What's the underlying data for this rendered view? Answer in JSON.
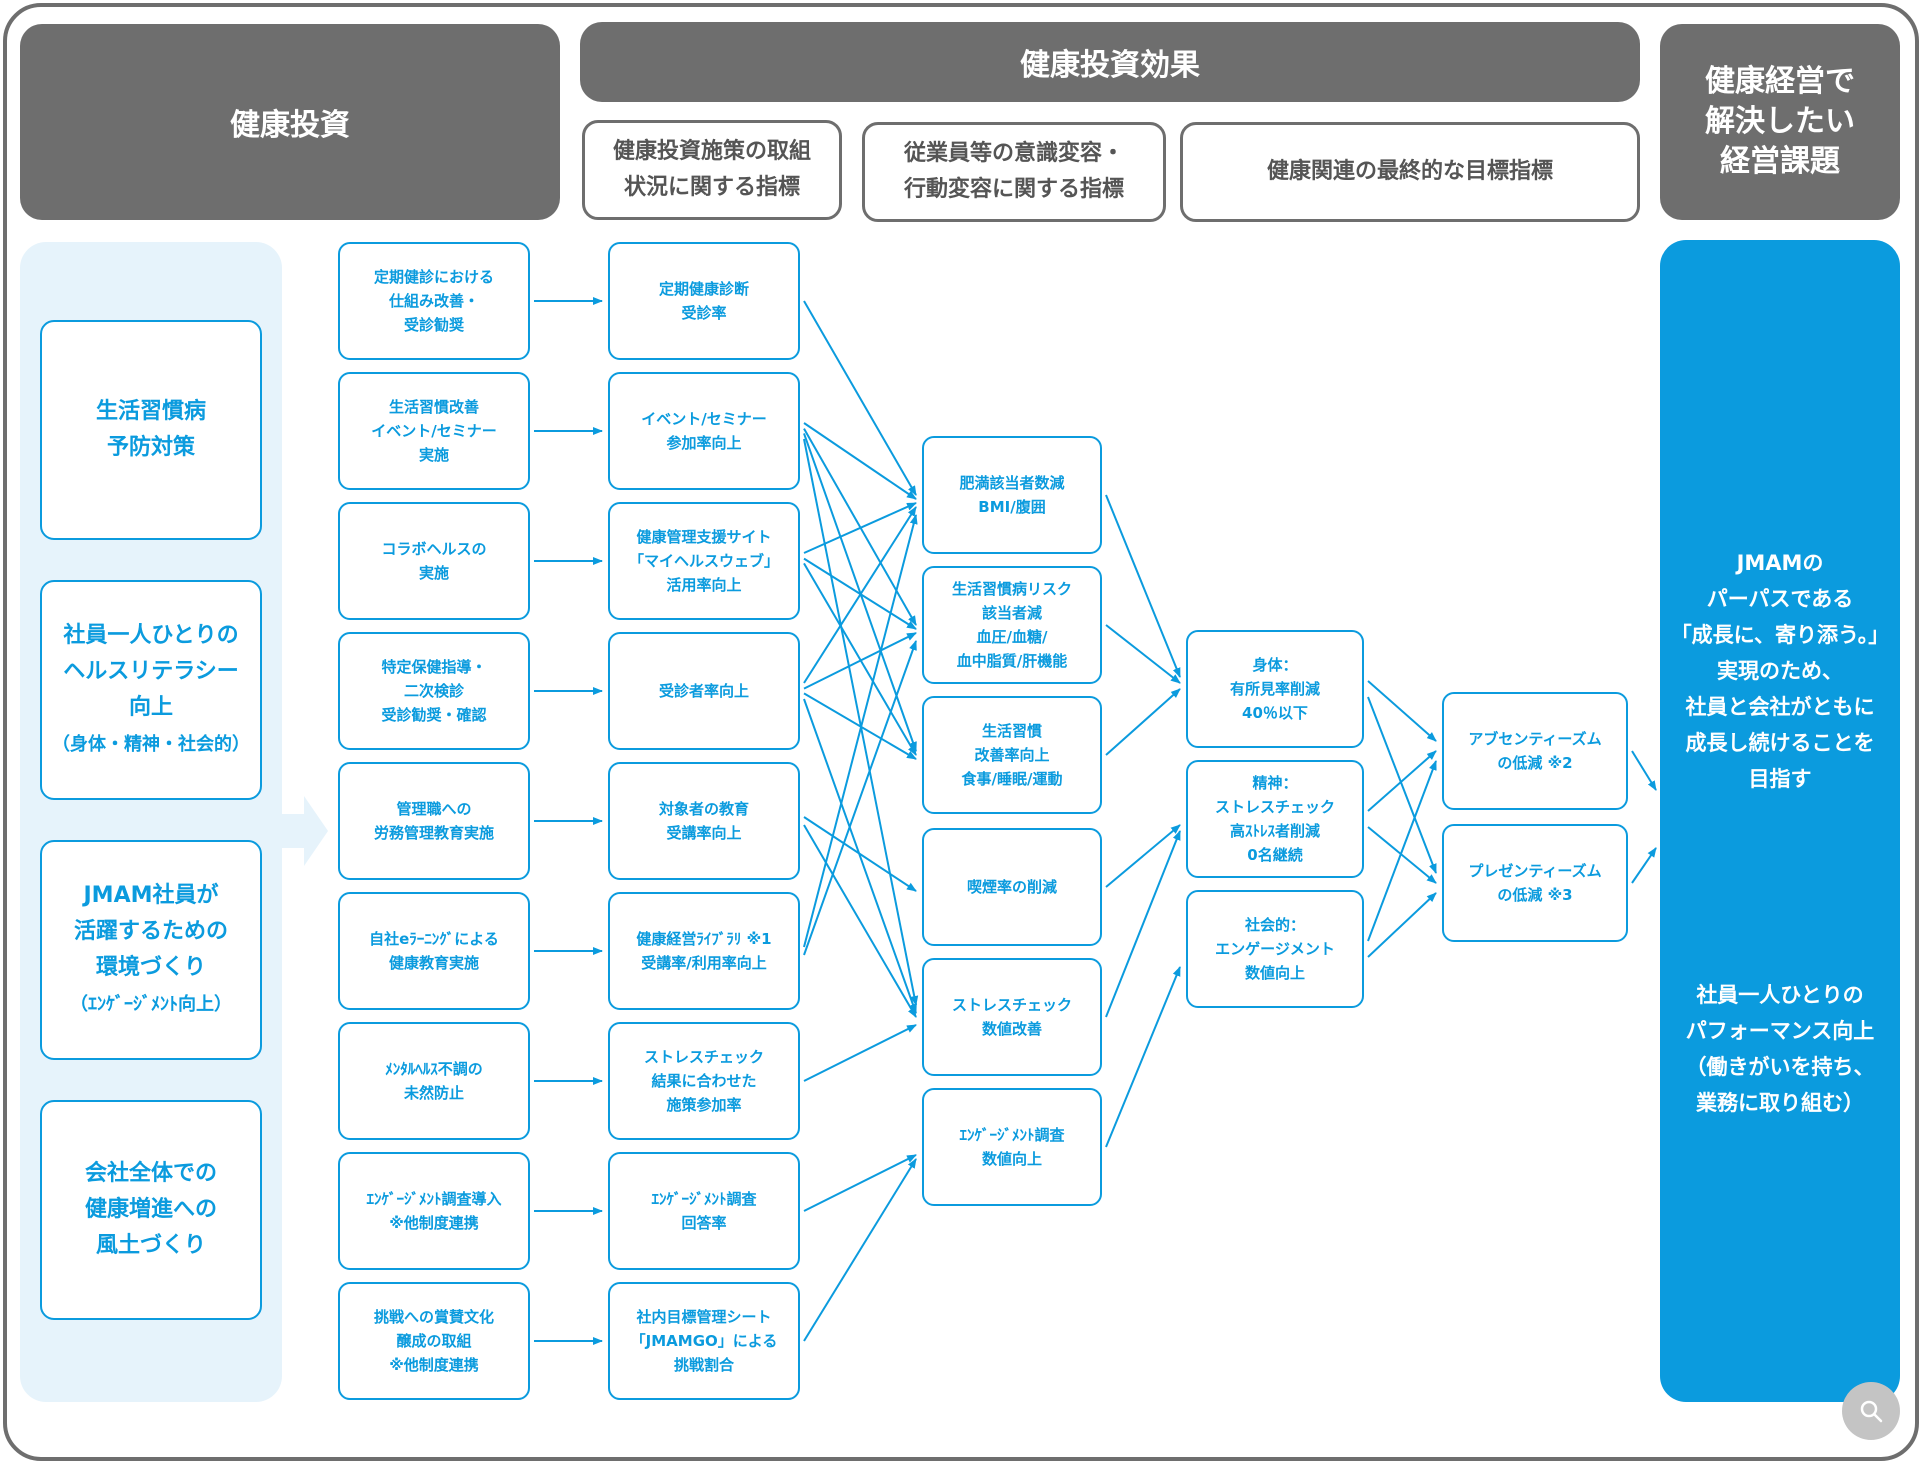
{
  "headers": {
    "investment": "健康投資",
    "effect": "健康投資効果",
    "issue": "健康経営で\n解決したい\n経営課題"
  },
  "subheaders": {
    "measures": "健康投資施策の取組\n状況に関する指標",
    "behavior": "従業員等の意識変容・\n行動変容に関する指標",
    "final": "健康関連の最終的な目標指標"
  },
  "left_items": [
    {
      "main": "生活習慣病\n予防対策",
      "sub": ""
    },
    {
      "main": "社員一人ひとりの\nヘルスリテラシー\n向上",
      "sub": "（身体・精神・社会的）"
    },
    {
      "main": "JMAM社員が\n活躍するための\n環境づくり",
      "sub": "（ｴﾝｹﾞｰｼﾞﾒﾝﾄ向上）"
    },
    {
      "main": "会社全体での\n健康増進への\n風土づくり",
      "sub": ""
    }
  ],
  "col1": [
    "定期健診における\n仕組み改善・\n受診勧奨",
    "生活習慣改善\nイベント/セミナー\n実施",
    "コラボヘルスの\n実施",
    "特定保健指導・\n二次検診\n受診勧奨・確認",
    "管理職への\n労務管理教育実施",
    "自社eﾗｰﾆﾝｸﾞによる\n健康教育実施",
    "ﾒﾝﾀﾙﾍﾙｽ不調の\n未然防止",
    "ｴﾝｹﾞｰｼﾞﾒﾝﾄ調査導入\n※他制度連携",
    "挑戦への賞賛文化\n醸成の取組\n※他制度連携"
  ],
  "col2": [
    "定期健康診断\n受診率",
    "イベント/セミナー\n参加率向上",
    "健康管理支援サイト\n「マイヘルスウェブ」\n活用率向上",
    "受診者率向上",
    "対象者の教育\n受講率向上",
    "健康経営ﾗｲﾌﾞﾗﾘ ※1\n受講率/利用率向上",
    "ストレスチェック\n結果に合わせた\n施策参加率",
    "ｴﾝｹﾞｰｼﾞﾒﾝﾄ調査\n回答率",
    "社内目標管理シート\n「JMAMGO」による\n挑戦割合"
  ],
  "col3": [
    "肥満該当者数減\nBMI/腹囲",
    "生活習慣病リスク\n該当者減\n血圧/血糖/\n血中脂質/肝機能",
    "生活習慣\n改善率向上\n食事/睡眠/運動",
    "喫煙率の削減",
    "ストレスチェック\n数値改善",
    "ｴﾝｹﾞｰｼﾞﾒﾝﾄ調査\n数値向上"
  ],
  "col4": [
    "身体：\n有所見率削減\n40％以下",
    "精神：\nストレスチェック\n高ｽﾄﾚｽ者削減\n0名継続",
    "社会的：\nエンゲージメント\n数値向上"
  ],
  "col5": [
    "アブセンティーズム\nの低減 ※2",
    "プレゼンティーズム\nの低減 ※3"
  ],
  "right_panel": {
    "purpose": "JMAMの\nパーパスである\n「成長に、寄り添う。」\n実現のため、\n社員と会社がともに\n成長し続けることを\n目指す",
    "performance": "社員一人ひとりの\nパフォーマンス向上\n（働きがいを持ち、\n業務に取り組む）"
  },
  "colors": {
    "accent": "#0b9bde",
    "header": "#6e6e6e",
    "panel": "#e6f3fb"
  },
  "icons": {
    "search": "search-icon"
  }
}
